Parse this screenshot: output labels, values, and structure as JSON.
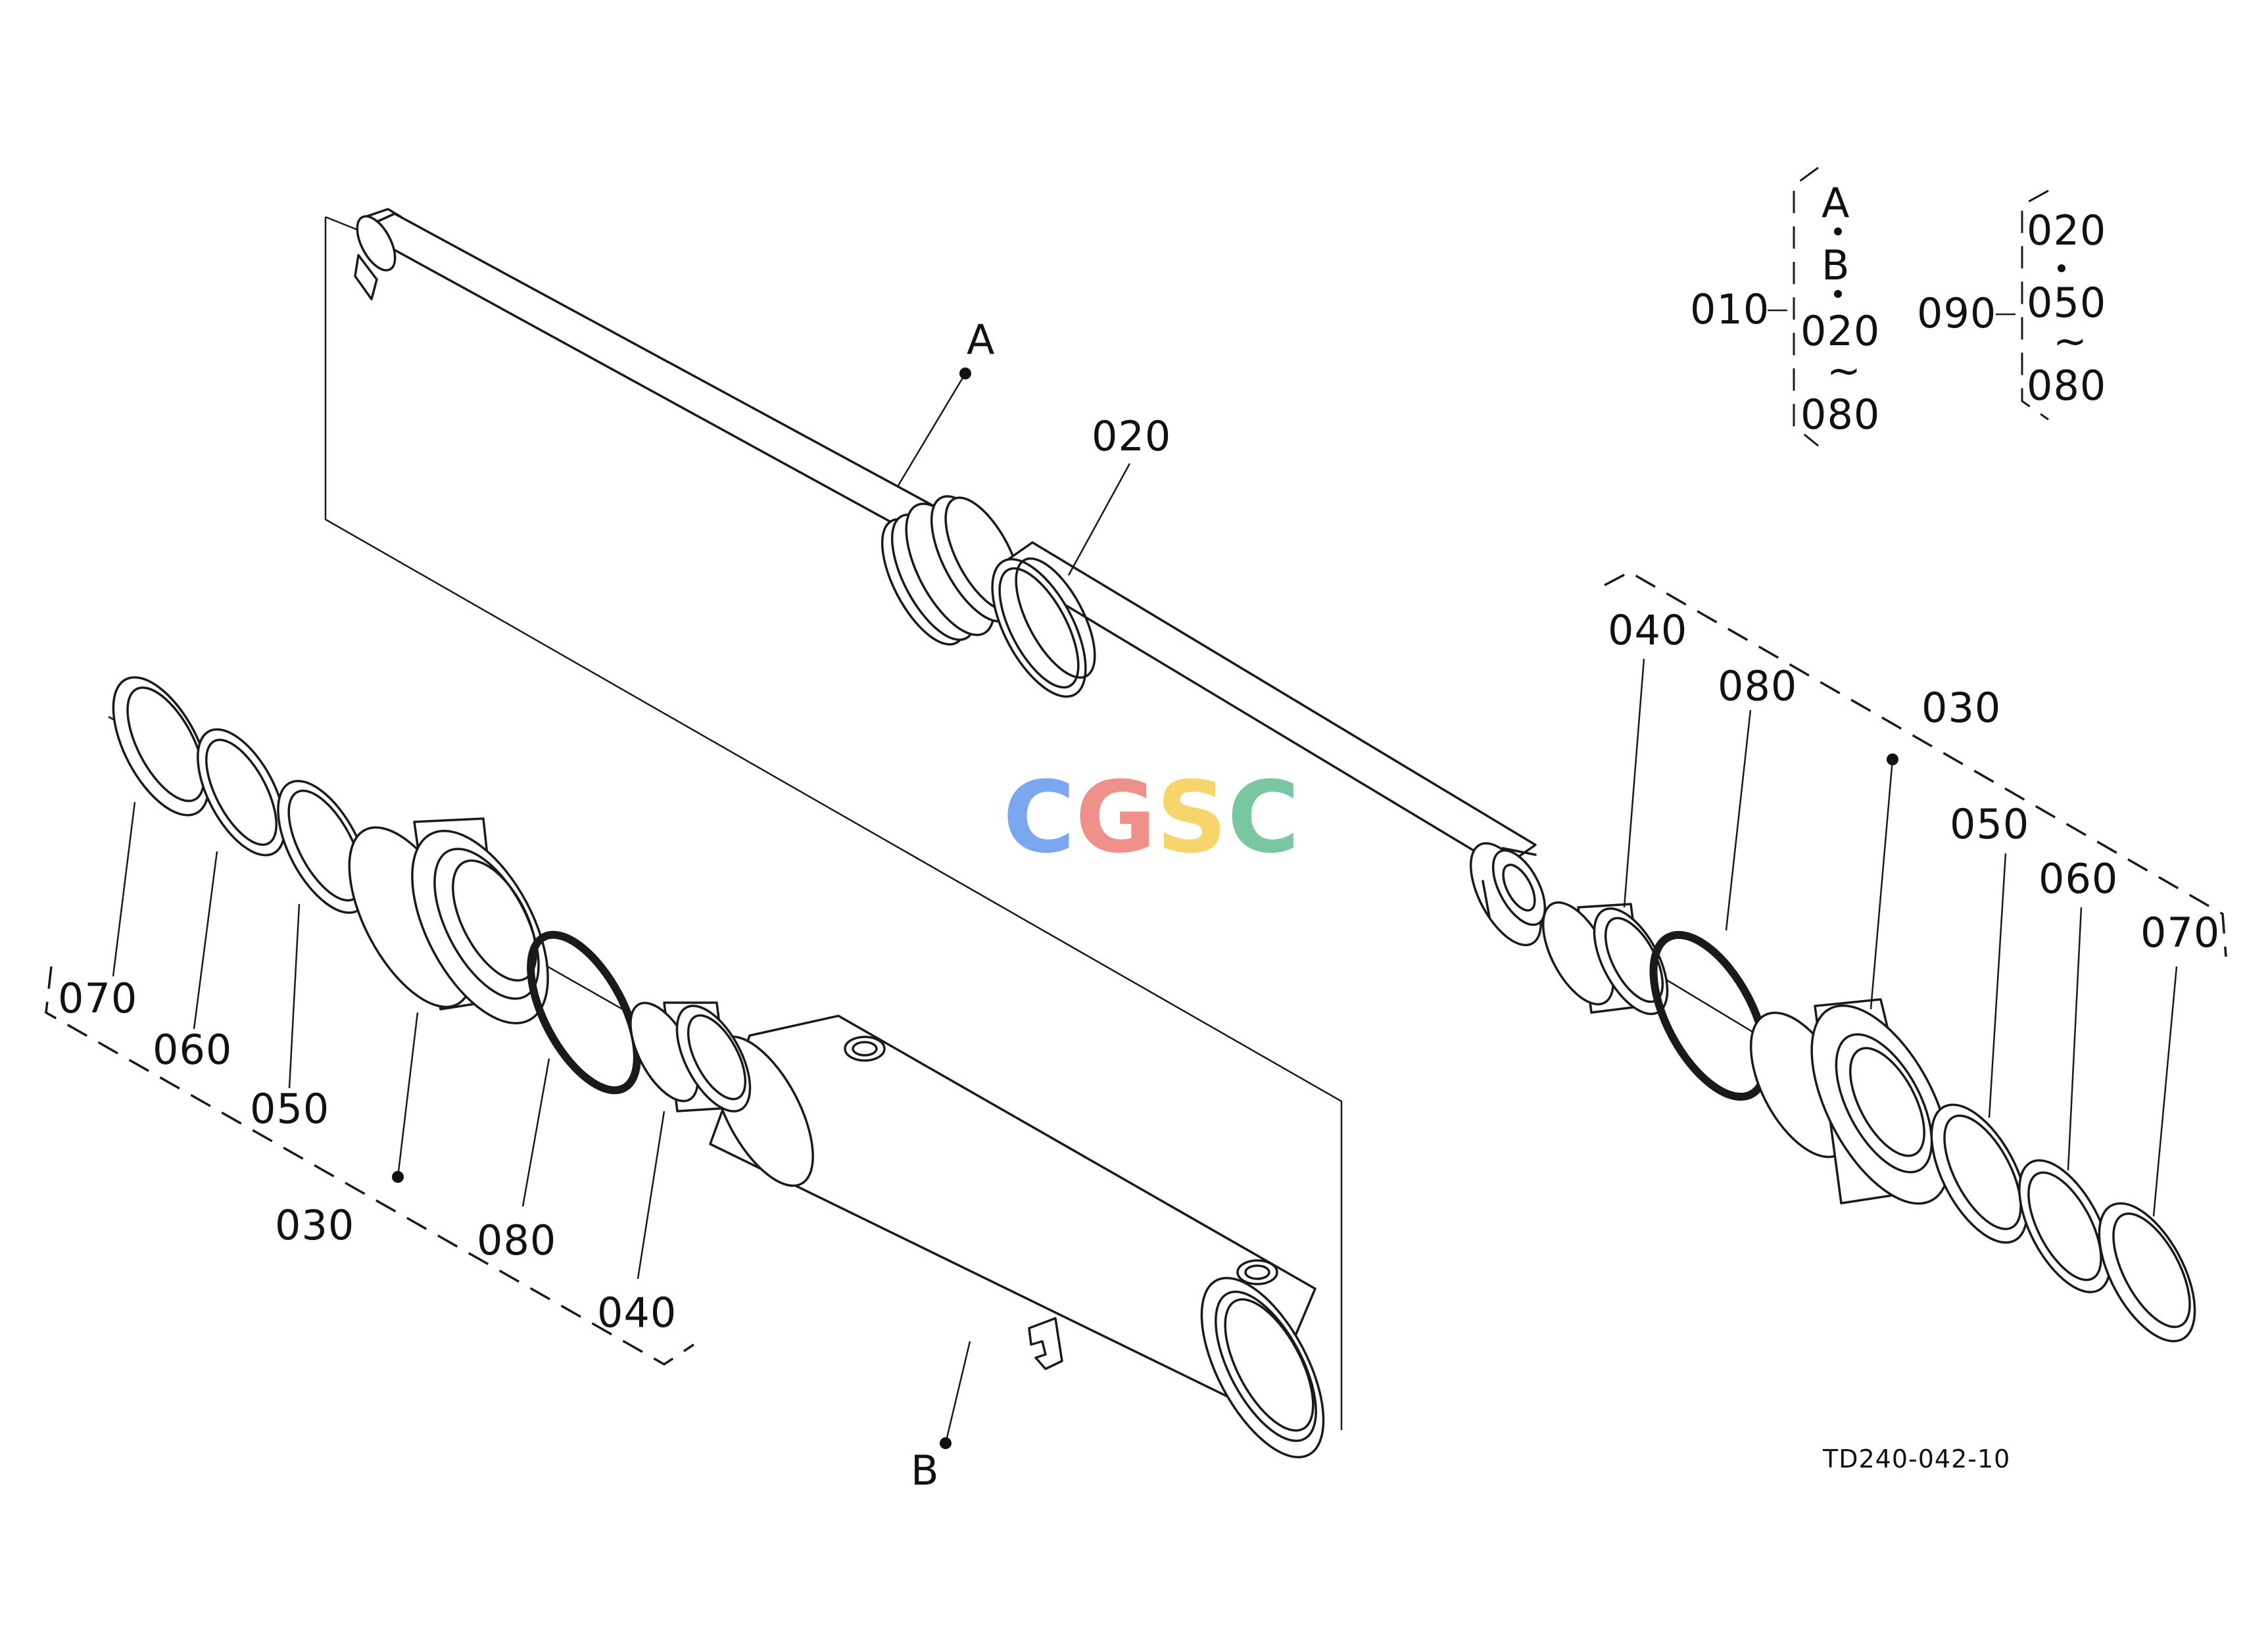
{
  "diagram": {
    "logo_text": "CGSC",
    "logo_colors": [
      "#7aa7f0",
      "#f0908a",
      "#f7d56a",
      "#79c7a1"
    ],
    "drawing_number": "TD240-042-10",
    "callouts": {
      "a": "A",
      "b": "B",
      "p020_rod": "020",
      "p040_right": "040",
      "p080_right": "080",
      "p030_right": "030",
      "p050_right": "050",
      "p060_right": "060",
      "p070_right": "070",
      "p070_left": "070",
      "p060_left": "060",
      "p050_left": "050",
      "p030_left": "030",
      "p080_left": "080",
      "p040_left": "040"
    },
    "legend": {
      "group010": {
        "key": "010",
        "items": [
          "A",
          "B",
          "020"
        ],
        "tilde": "~",
        "last": "080"
      },
      "group090": {
        "key": "090",
        "items": [
          "020",
          "050"
        ],
        "tilde": "~",
        "last": "080"
      }
    }
  }
}
